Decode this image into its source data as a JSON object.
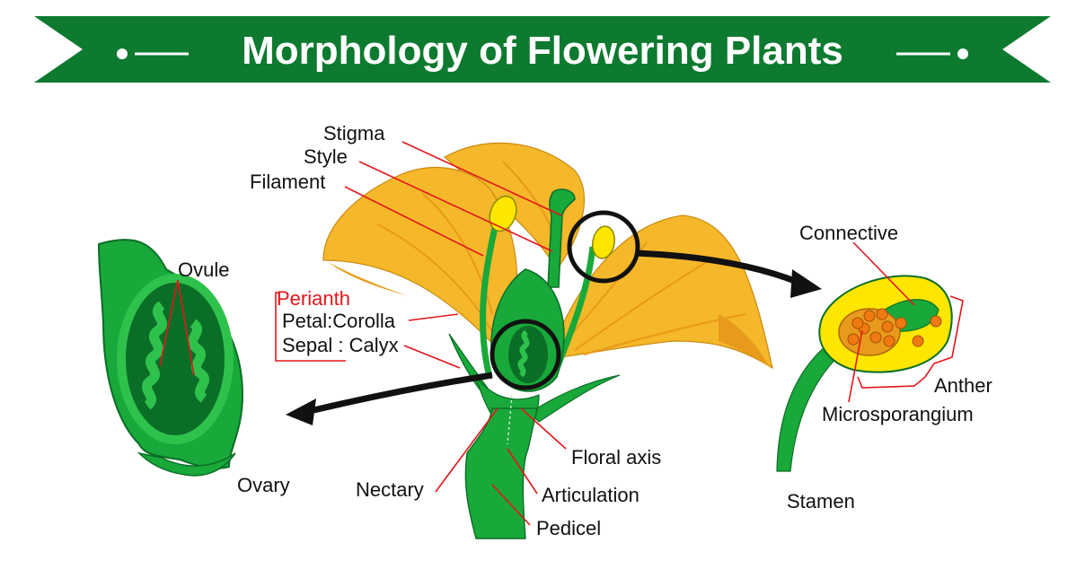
{
  "banner": {
    "title": "Morphology of Flowering Plants"
  },
  "labels": {
    "stigma": "Stigma",
    "style": "Style",
    "filament": "Filament",
    "ovule": "Ovule",
    "perianth": "Perianth",
    "petal_corolla": "Petal:Corolla",
    "sepal_calyx": "Sepal : Calyx",
    "ovary": "Ovary",
    "nectary": "Nectary",
    "floral_axis": "Floral axis",
    "articulation": "Articulation",
    "pedicel": "Pedicel",
    "connective": "Connective",
    "anther": "Anther",
    "microsporangium": "Microsporangium",
    "stamen": "Stamen"
  },
  "colors": {
    "banner_green": "#0d7a2f",
    "petal_yellow": "#f5b82a",
    "petal_shade": "#e89a1c",
    "plant_green": "#19a83a",
    "dark_green": "#0b6e27",
    "light_green": "#2ec24c",
    "anther_yellow": "#ffe600",
    "pollen_orange": "#f07a12",
    "leader_red": "#e3161b"
  }
}
